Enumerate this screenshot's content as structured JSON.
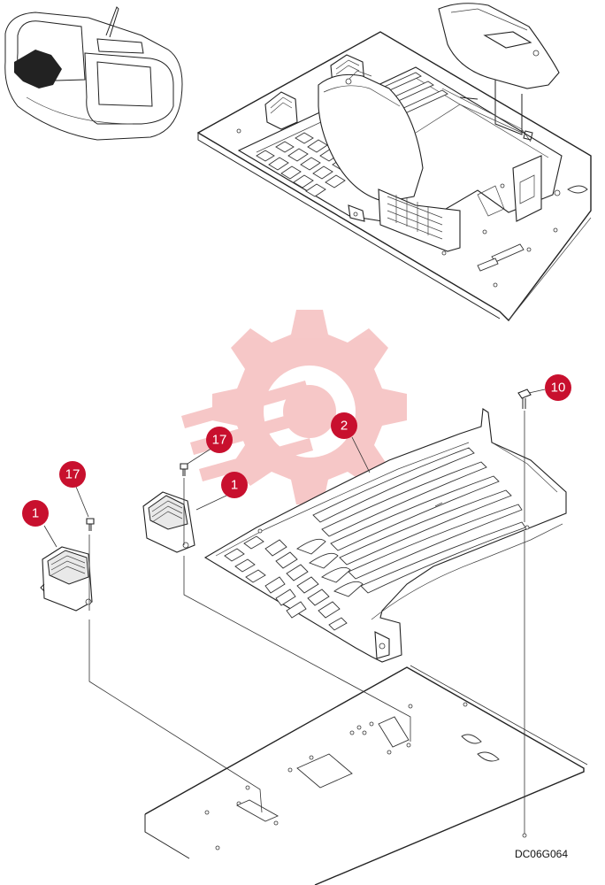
{
  "drawing_code": "DC06G064",
  "callouts": [
    {
      "id": "c1a",
      "label": "1"
    },
    {
      "id": "c17a",
      "label": "17"
    },
    {
      "id": "c1b",
      "label": "1"
    },
    {
      "id": "c17b",
      "label": "17"
    },
    {
      "id": "c2",
      "label": "2"
    },
    {
      "id": "c10",
      "label": "10"
    }
  ],
  "colors": {
    "callout": "#c8102e",
    "line": "#222222",
    "watermark": "#f3b8b8"
  }
}
